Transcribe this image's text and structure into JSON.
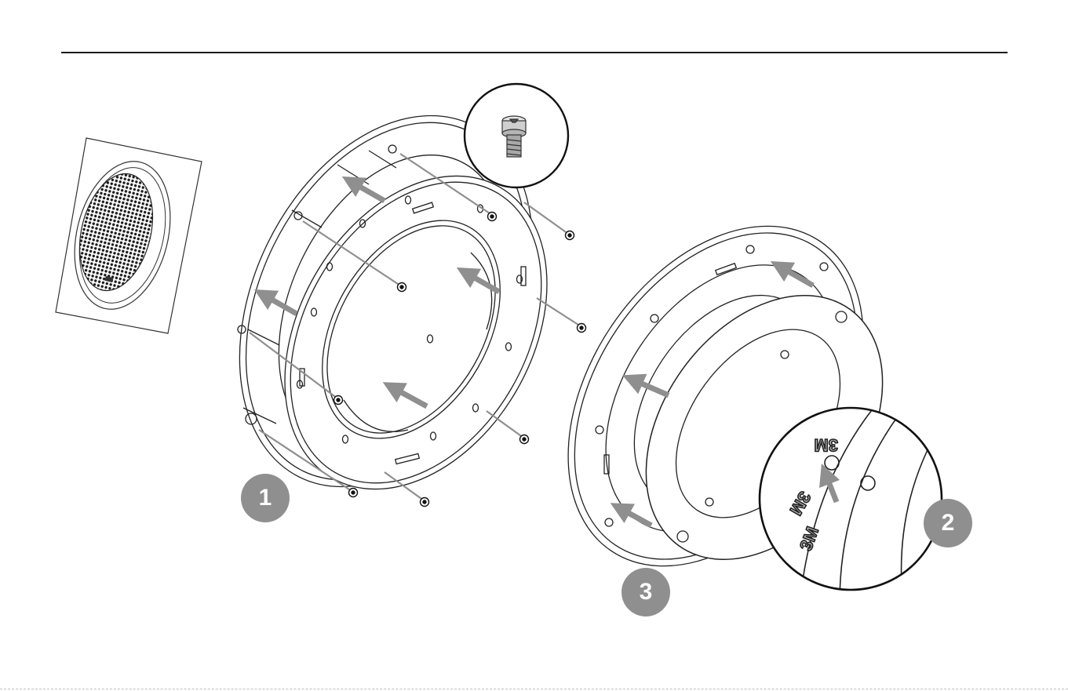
{
  "steps": [
    {
      "number": "1",
      "label": ""
    },
    {
      "number": "2",
      "label": ""
    },
    {
      "number": "3",
      "label": ""
    }
  ],
  "detail_labels": {
    "tape_mark": "3M"
  },
  "colors": {
    "line": "#1a1a1a",
    "arrow": "#8f8f8f",
    "badge": "#8f8f8f",
    "badge_text": "#ffffff"
  },
  "icons": {
    "screw": "screw-icon",
    "grille": "speaker-grille-icon"
  }
}
